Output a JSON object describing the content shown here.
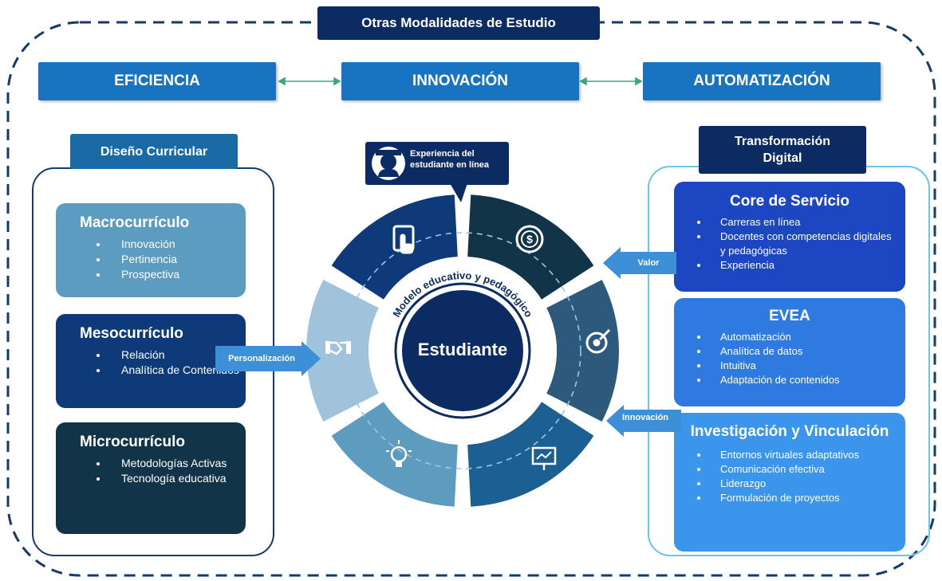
{
  "frame_title": "Otras Modalidades de Estudio",
  "pillars": [
    "EFICIENCIA",
    "INNOVACIÓN",
    "AUTOMATIZACIÓN"
  ],
  "left": {
    "title": "Diseño Curricular",
    "cards": [
      {
        "title": "Macrocurrículo",
        "items": [
          "Innovación",
          "Pertinencia",
          "Prospectiva"
        ],
        "color": "#5c9cc0"
      },
      {
        "title": "Mesocurrículo",
        "items": [
          "Relación",
          "Analítica de Contenidos"
        ],
        "color": "#0e3a7a"
      },
      {
        "title": "Microcurrículo",
        "items": [
          "Metodologías Activas",
          "Tecnología educativa"
        ],
        "color": "#123449"
      }
    ]
  },
  "center": {
    "callout": "Experiencia del estudiante en línea",
    "ring_label": "Modelo educativo y pedagógico",
    "core": "Estudiante",
    "arrow_left": "Personalización",
    "arrow_valor": "Valor",
    "arrow_innovacion": "Innovación",
    "segment_icons": [
      "touch-icon",
      "dollar-icon",
      "target-icon",
      "presentation-icon",
      "lightbulb-icon",
      "handshake-icon"
    ]
  },
  "right": {
    "title_line1": "Transformación",
    "title_line2": "Digital",
    "cards": [
      {
        "title": "Core de Servicio",
        "items": [
          "Carreras en línea",
          "Docentes con competencias digitales y pedagógicas",
          "Experiencia"
        ],
        "color": "#1d47c2"
      },
      {
        "title": "EVEA",
        "items": [
          "Automatización",
          "Analítica de datos",
          "Intuitiva",
          "Adaptación de contenidos"
        ],
        "color": "#2f7ae0"
      },
      {
        "title": "Investigación y Vinculación",
        "items": [
          "Entornos virtuales adaptativos",
          "Comunicación efectiva",
          "Liderazgo",
          "Formulación de proyectos"
        ],
        "color": "#3c95ec"
      }
    ]
  },
  "colors": {
    "navy": "#0c2b63",
    "pill_blue": "#1873c0",
    "arrow_blue": "#3d8fd8"
  }
}
